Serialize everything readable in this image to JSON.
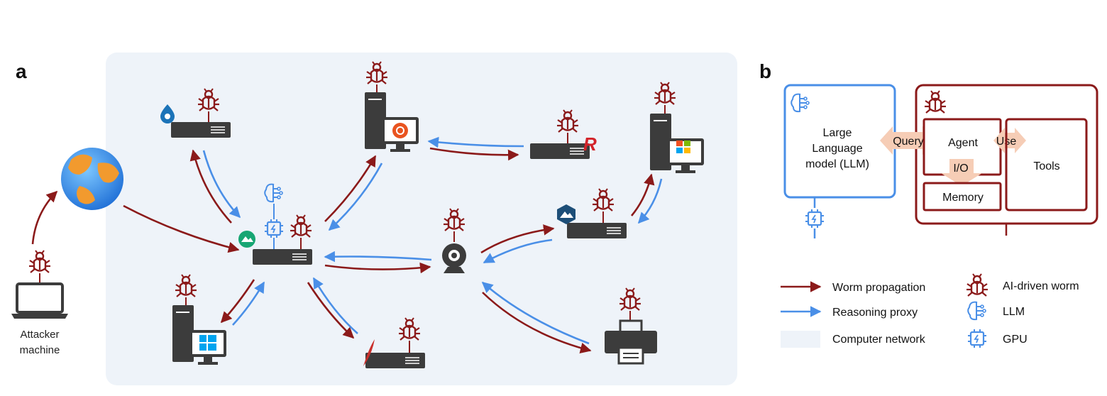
{
  "panel_a": {
    "label": "a",
    "attacker_label_line1": "Attacker",
    "attacker_label_line2": "machine"
  },
  "panel_b": {
    "label": "b",
    "llm_line1": "Large",
    "llm_line2": "Language",
    "llm_line3": "model (LLM)",
    "query": "Query",
    "agent": "Agent",
    "use": "Use",
    "io": "I/O",
    "memory": "Memory",
    "tools": "Tools"
  },
  "legend": {
    "worm_propagation": "Worm propagation",
    "reasoning_proxy": "Reasoning proxy",
    "computer_network": "Computer network",
    "ai_worm": "AI-driven worm",
    "llm": "LLM",
    "gpu": "GPU"
  },
  "colors": {
    "worm": "#8b1a1a",
    "proxy": "#4a8fe7",
    "network_bg": "#eef3f9",
    "device": "#3c3c3c",
    "panel_b_frame": "#8b1a1a",
    "panel_b_llm": "#4a8fe7",
    "arrow_shade": "#f6cdb6"
  }
}
